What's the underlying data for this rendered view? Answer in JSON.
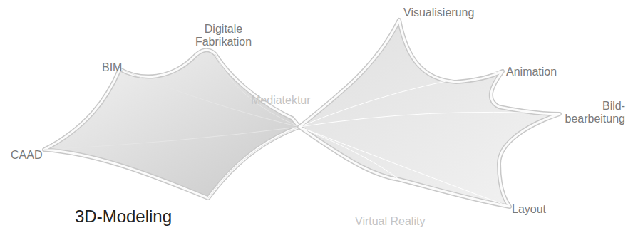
{
  "diagram": {
    "title": "3D-Modeling",
    "labels": [
      "CAAD",
      "BIM",
      "Digitale Fabrikation",
      "Mediatektur",
      "Visualisierung",
      "Animation",
      "Bild- bearbeitung",
      "Layout",
      "Virtual Reality"
    ]
  }
}
